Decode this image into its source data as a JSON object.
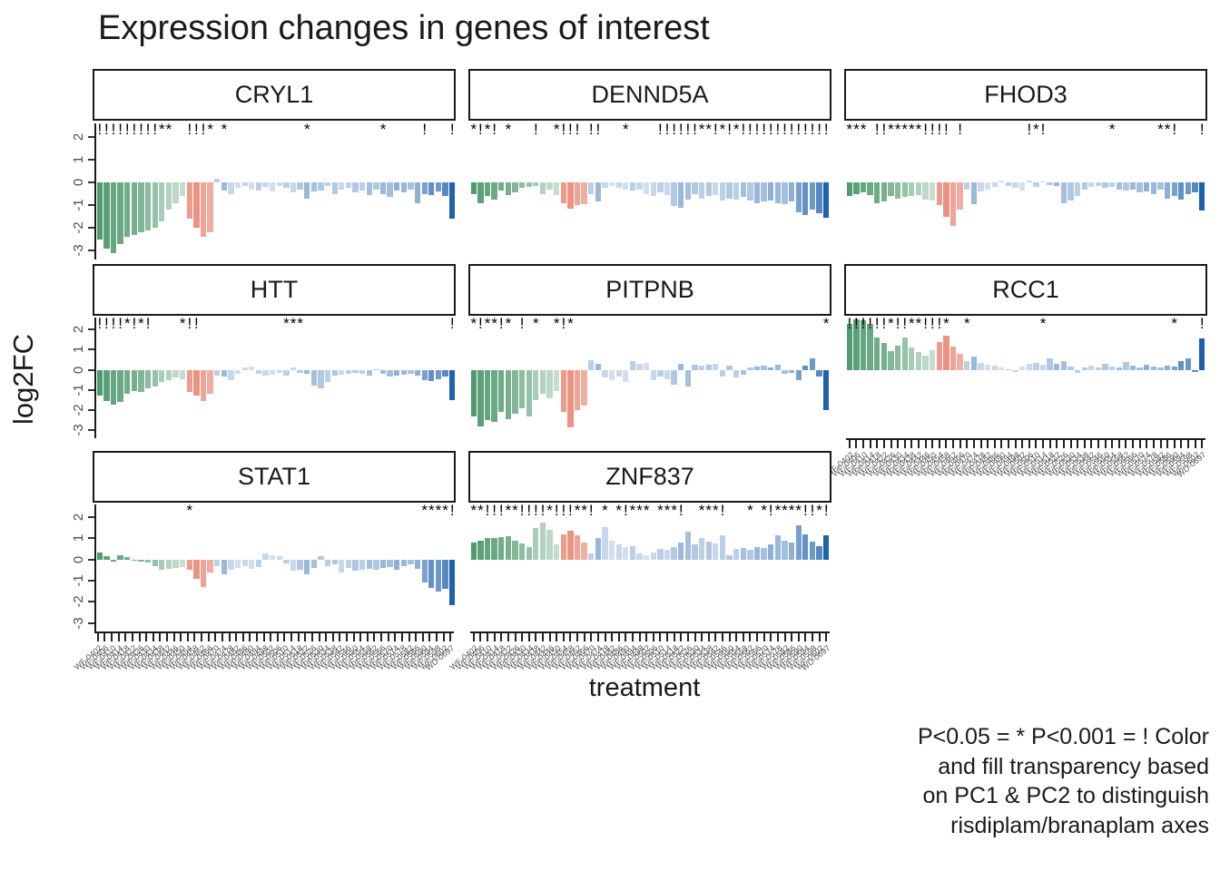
{
  "title": "Expression changes in genes of interest",
  "axis": {
    "y_label": "log2FC",
    "x_label": "treatment"
  },
  "caption": "P<0.05 = * P<0.001 = ! Color\nand fill transparency based\non PC1 & PC2 to distinguish\nrisdiplam/branaplam axes",
  "significance_legend": {
    "star": "P<0.05",
    "bang": "P<0.001"
  },
  "colors": {
    "green_base": "#3f8f5f",
    "salmon_base": "#dd4a30",
    "blue_base": "#1f62ab",
    "dark_blue_final": "#1f62ab"
  },
  "chart_data": {
    "type": "bar",
    "title": "Expression changes in genes of interest",
    "xlabel": "treatment",
    "ylabel": "log2FC",
    "ylim": [
      -3.4,
      2.6
    ],
    "y_ticks": [
      2,
      1,
      0,
      -1,
      -2,
      -3
    ],
    "n_treatments": 52,
    "treatment_colors": [
      "#3f8f5fE6",
      "#3f8f5fD9",
      "#3f8f5fCC",
      "#3f8f5fC4",
      "#3f8f5fBC",
      "#3f8f5fB3",
      "#3f8f5fA6",
      "#3f8f5f99",
      "#3f8f5f8C",
      "#3f8f5f73",
      "#3f8f5f66",
      "#3f8f5f59",
      "#3f8f5f4D",
      "#dd4a308C",
      "#dd4a3099",
      "#dd4a3080",
      "#dd4a3073",
      "#1f62ab4D",
      "#1f62ab73",
      "#1f62ab40",
      "#1f62ab33",
      "#1f62ab40",
      "#1f62ab33",
      "#1f62ab4D",
      "#1f62ab40",
      "#1f62ab33",
      "#1f62ab40",
      "#1f62ab4D",
      "#1f62ab40",
      "#1f62ab59",
      "#1f62ab73",
      "#1f62ab66",
      "#1f62ab59",
      "#1f62ab4D",
      "#1f62ab59",
      "#1f62ab40",
      "#1f62ab4D",
      "#1f62ab59",
      "#1f62ab4D",
      "#1f62ab66",
      "#1f62ab59",
      "#1f62ab73",
      "#1f62ab66",
      "#1f62ab80",
      "#1f62ab73",
      "#1f62ab66",
      "#1f62ab80",
      "#1f62ab99",
      "#1f62abB3",
      "#1f62abA6",
      "#1f62abBF",
      "#1f62abFF"
    ],
    "x_tick_labels": [
      "WF-0402",
      "WF-0406",
      "WF-0410",
      "WF-0414",
      "WF-0418",
      "WF-0422",
      "WF-0426",
      "WF-0430",
      "WF-0434",
      "WF-0438",
      "WF-0442",
      "WF-0446",
      "WF-0450",
      "WF-0454",
      "WF-0458",
      "WF-0462",
      "WF-0466",
      "WF-0470",
      "WF-0474",
      "WF-0478",
      "WF-0482",
      "WF-0486",
      "WF-0490",
      "WF-0494",
      "WF-0498",
      "WF-0502",
      "WF-0506",
      "WF-0510",
      "WF-0514",
      "WF-0518",
      "WF-0522",
      "WF-0526",
      "WF-0530",
      "WF-0534",
      "WF-0538",
      "WF-0542",
      "WF-0546",
      "WF-0550",
      "WF-0554",
      "WF-0558",
      "WF-0562",
      "WF-0566",
      "WF-0570",
      "WF-0574",
      "WF-0578",
      "WF-0582",
      "WF-0586",
      "WF-0590",
      "WF-0594",
      "WF-0598",
      "WF-0602",
      "WD-0697"
    ],
    "facets": [
      {
        "gene": "CRYL1",
        "values": [
          -2.5,
          -2.9,
          -3.1,
          -2.7,
          -2.4,
          -2.3,
          -2.2,
          -2.1,
          -2.0,
          -1.7,
          -1.2,
          -0.9,
          -0.6,
          -1.6,
          -2.0,
          -2.4,
          -2.2,
          0.15,
          -0.35,
          -0.5,
          -0.25,
          -0.15,
          -0.3,
          -0.35,
          -0.2,
          -0.4,
          -0.15,
          -0.25,
          -0.45,
          -0.3,
          -0.7,
          -0.4,
          -0.35,
          -0.15,
          -0.5,
          -0.3,
          -0.25,
          -0.45,
          -0.35,
          -0.55,
          -0.3,
          -0.5,
          -0.65,
          -0.35,
          -0.45,
          -0.3,
          -0.9,
          -0.5,
          -0.55,
          -0.4,
          -0.6,
          -1.6
        ],
        "sig": {
          "0": "!",
          "1": "!",
          "2": "!",
          "3": "!",
          "4": "!",
          "5": "!",
          "6": "!",
          "7": "!",
          "8": "!",
          "9": "*",
          "10": "*",
          "13": "!",
          "14": "!",
          "15": "!",
          "16": "*",
          "18": "*",
          "30": "*",
          "41": "*",
          "47": "!",
          "51": "!"
        }
      },
      {
        "gene": "DENND5A",
        "values": [
          -0.5,
          -0.9,
          -0.6,
          -0.75,
          -0.35,
          -0.55,
          -0.45,
          -0.25,
          -0.2,
          -0.15,
          -0.5,
          -0.3,
          -0.55,
          -0.9,
          -1.15,
          -1.0,
          -0.95,
          -0.5,
          -0.85,
          -0.25,
          -0.15,
          -0.25,
          -0.3,
          -0.35,
          -0.3,
          -0.5,
          -0.6,
          -0.45,
          -0.55,
          -1.05,
          -1.1,
          -0.75,
          -0.5,
          -0.7,
          -0.6,
          -0.55,
          -0.8,
          -0.7,
          -0.75,
          -0.65,
          -0.8,
          -0.9,
          -0.85,
          -0.8,
          -0.9,
          -0.95,
          -0.85,
          -1.3,
          -1.45,
          -1.2,
          -1.35,
          -1.55
        ],
        "sig": {
          "0": "*",
          "1": "!",
          "2": "*",
          "3": "!",
          "5": "*",
          "9": "!",
          "12": "*",
          "13": "!",
          "14": "!",
          "15": "!",
          "17": "!",
          "18": "!",
          "22": "*",
          "27": "!",
          "28": "!",
          "29": "!",
          "30": "!",
          "31": "!",
          "32": "!",
          "33": "*",
          "34": "*",
          "35": "!",
          "36": "*",
          "37": "!",
          "38": "*",
          "39": "!",
          "40": "!",
          "41": "!",
          "42": "!",
          "43": "!",
          "44": "!",
          "45": "!",
          "46": "!",
          "47": "!",
          "48": "!",
          "49": "!",
          "50": "!",
          "51": "!"
        }
      },
      {
        "gene": "FHOD3",
        "values": [
          -0.6,
          -0.5,
          -0.45,
          -0.55,
          -0.9,
          -0.85,
          -0.6,
          -0.7,
          -0.65,
          -0.6,
          -0.55,
          -0.75,
          -0.8,
          -1.0,
          -1.5,
          -1.9,
          -1.2,
          -0.3,
          -0.95,
          -0.4,
          -0.3,
          -0.2,
          0.1,
          -0.15,
          -0.25,
          -0.35,
          0.1,
          -0.2,
          0.05,
          -0.1,
          -0.15,
          -0.9,
          -0.8,
          -0.6,
          -0.3,
          -0.2,
          -0.15,
          -0.25,
          -0.2,
          -0.3,
          -0.35,
          -0.3,
          -0.45,
          -0.4,
          -0.5,
          -0.3,
          -0.7,
          -0.6,
          -0.75,
          -0.5,
          -0.45,
          -1.25
        ],
        "sig": {
          "0": "*",
          "1": "*",
          "2": "*",
          "4": "!",
          "5": "!",
          "6": "*",
          "7": "*",
          "8": "*",
          "9": "*",
          "10": "*",
          "11": "!",
          "12": "!",
          "13": "!",
          "14": "!",
          "16": "!",
          "26": "!",
          "27": "*",
          "28": "!",
          "38": "*",
          "45": "*",
          "46": "*",
          "47": "!",
          "51": "!"
        }
      },
      {
        "gene": "HTT",
        "values": [
          -1.3,
          -1.55,
          -1.75,
          -1.6,
          -1.2,
          -1.05,
          -1.1,
          -0.9,
          -0.85,
          -0.6,
          -0.5,
          -0.4,
          -0.45,
          -1.1,
          -1.3,
          -1.55,
          -1.2,
          -0.3,
          -0.35,
          -0.5,
          -0.2,
          0.1,
          0.15,
          -0.2,
          -0.3,
          -0.25,
          -0.15,
          -0.3,
          0.1,
          -0.15,
          -0.2,
          -0.8,
          -0.9,
          -0.6,
          -0.3,
          -0.25,
          -0.2,
          -0.15,
          -0.2,
          -0.3,
          0.05,
          -0.2,
          -0.35,
          -0.3,
          -0.25,
          -0.2,
          -0.3,
          -0.5,
          -0.55,
          -0.45,
          -0.35,
          -1.5
        ],
        "sig": {
          "0": "!",
          "1": "!",
          "2": "!",
          "3": "!",
          "4": "*",
          "5": "!",
          "6": "*",
          "7": "!",
          "12": "*",
          "13": "!",
          "14": "!",
          "27": "*",
          "28": "*",
          "29": "*",
          "51": "!"
        }
      },
      {
        "gene": "PITPNB",
        "values": [
          -2.3,
          -2.8,
          -2.5,
          -2.6,
          -2.1,
          -2.45,
          -2.2,
          -1.9,
          -2.3,
          -1.5,
          -1.2,
          -1.4,
          -1.05,
          -2.1,
          -2.85,
          -2.0,
          -1.8,
          0.5,
          0.3,
          -0.4,
          -0.5,
          -0.35,
          -0.6,
          0.45,
          0.3,
          0.35,
          -0.5,
          -0.35,
          -0.45,
          -0.75,
          0.3,
          -0.85,
          0.25,
          0.2,
          0.25,
          0.3,
          -0.35,
          0.2,
          -0.4,
          -0.25,
          0.1,
          0.15,
          0.2,
          0.1,
          0.25,
          -0.2,
          -0.15,
          -0.5,
          0.2,
          0.55,
          -0.35,
          -2.0
        ],
        "sig": {
          "0": "*",
          "1": "!",
          "2": "*",
          "3": "*",
          "4": "!",
          "5": "*",
          "7": "!",
          "9": "*",
          "12": "*",
          "13": "!",
          "14": "*",
          "51": "*"
        }
      },
      {
        "gene": "RCC1",
        "values": [
          2.3,
          2.5,
          2.45,
          2.3,
          1.6,
          1.35,
          0.95,
          1.2,
          1.6,
          1.1,
          0.9,
          0.7,
          1.0,
          1.4,
          1.7,
          1.15,
          0.8,
          0.45,
          0.65,
          0.35,
          0.25,
          0.2,
          0.1,
          0.05,
          -0.1,
          0.15,
          0.3,
          0.35,
          0.25,
          0.55,
          0.3,
          0.45,
          0.15,
          -0.15,
          0.1,
          0.2,
          0.1,
          0.3,
          0.15,
          0.1,
          0.4,
          0.2,
          0.1,
          0.25,
          0.15,
          0.1,
          0.2,
          0.15,
          0.45,
          0.55,
          -0.12,
          1.55
        ],
        "sig": {
          "0": "!",
          "1": "!",
          "2": "!",
          "3": "!",
          "4": "!",
          "5": "!",
          "6": "*",
          "7": "!",
          "8": "!",
          "9": "*",
          "10": "*",
          "11": "!",
          "12": "!",
          "13": "!",
          "14": "*",
          "17": "*",
          "28": "*",
          "47": "*",
          "51": "!"
        }
      },
      {
        "gene": "STAT1",
        "values": [
          0.35,
          0.15,
          -0.12,
          0.2,
          0.1,
          -0.05,
          -0.1,
          -0.15,
          -0.3,
          -0.5,
          -0.45,
          -0.4,
          -0.35,
          -0.5,
          -0.9,
          -1.3,
          -0.6,
          -0.3,
          -0.7,
          -0.5,
          -0.4,
          -0.3,
          -0.45,
          -0.35,
          0.3,
          0.2,
          0.15,
          -0.2,
          -0.55,
          -0.5,
          -0.7,
          -0.4,
          0.15,
          -0.3,
          -0.25,
          -0.6,
          -0.4,
          -0.55,
          -0.5,
          -0.45,
          -0.5,
          -0.4,
          -0.35,
          -0.5,
          -0.3,
          -0.25,
          -0.45,
          -1.1,
          -1.35,
          -1.5,
          -1.4,
          -2.15
        ],
        "sig": {
          "13": "*",
          "47": "*",
          "48": "*",
          "49": "*",
          "50": "*",
          "51": "!"
        }
      },
      {
        "gene": "ZNF837",
        "values": [
          0.8,
          0.9,
          1.0,
          1.0,
          1.05,
          1.1,
          0.9,
          0.75,
          0.6,
          1.5,
          1.75,
          1.4,
          0.7,
          1.2,
          1.35,
          1.15,
          0.8,
          0.3,
          1.0,
          1.55,
          0.9,
          0.7,
          0.6,
          0.65,
          0.3,
          0.2,
          0.35,
          0.5,
          0.45,
          0.6,
          0.8,
          1.3,
          0.7,
          1.0,
          0.85,
          0.75,
          1.15,
          0.2,
          0.5,
          0.55,
          0.45,
          0.6,
          0.55,
          0.7,
          1.15,
          0.9,
          0.8,
          1.6,
          1.2,
          0.85,
          0.65,
          1.15
        ],
        "sig": {
          "0": "*",
          "1": "*",
          "2": "!",
          "3": "!",
          "4": "!",
          "5": "*",
          "6": "*",
          "7": "!",
          "8": "!",
          "9": "!",
          "10": "!",
          "11": "*",
          "12": "!",
          "13": "!",
          "14": "!",
          "15": "*",
          "16": "*",
          "17": "!",
          "19": "*",
          "21": "*",
          "22": "!",
          "23": "*",
          "24": "*",
          "25": "*",
          "27": "*",
          "28": "*",
          "29": "*",
          "30": "!",
          "33": "*",
          "34": "*",
          "35": "*",
          "36": "!",
          "40": "*",
          "42": "*",
          "43": "!",
          "44": "*",
          "45": "*",
          "46": "*",
          "47": "*",
          "48": "!",
          "49": "!",
          "50": "*",
          "51": "!"
        }
      }
    ]
  }
}
